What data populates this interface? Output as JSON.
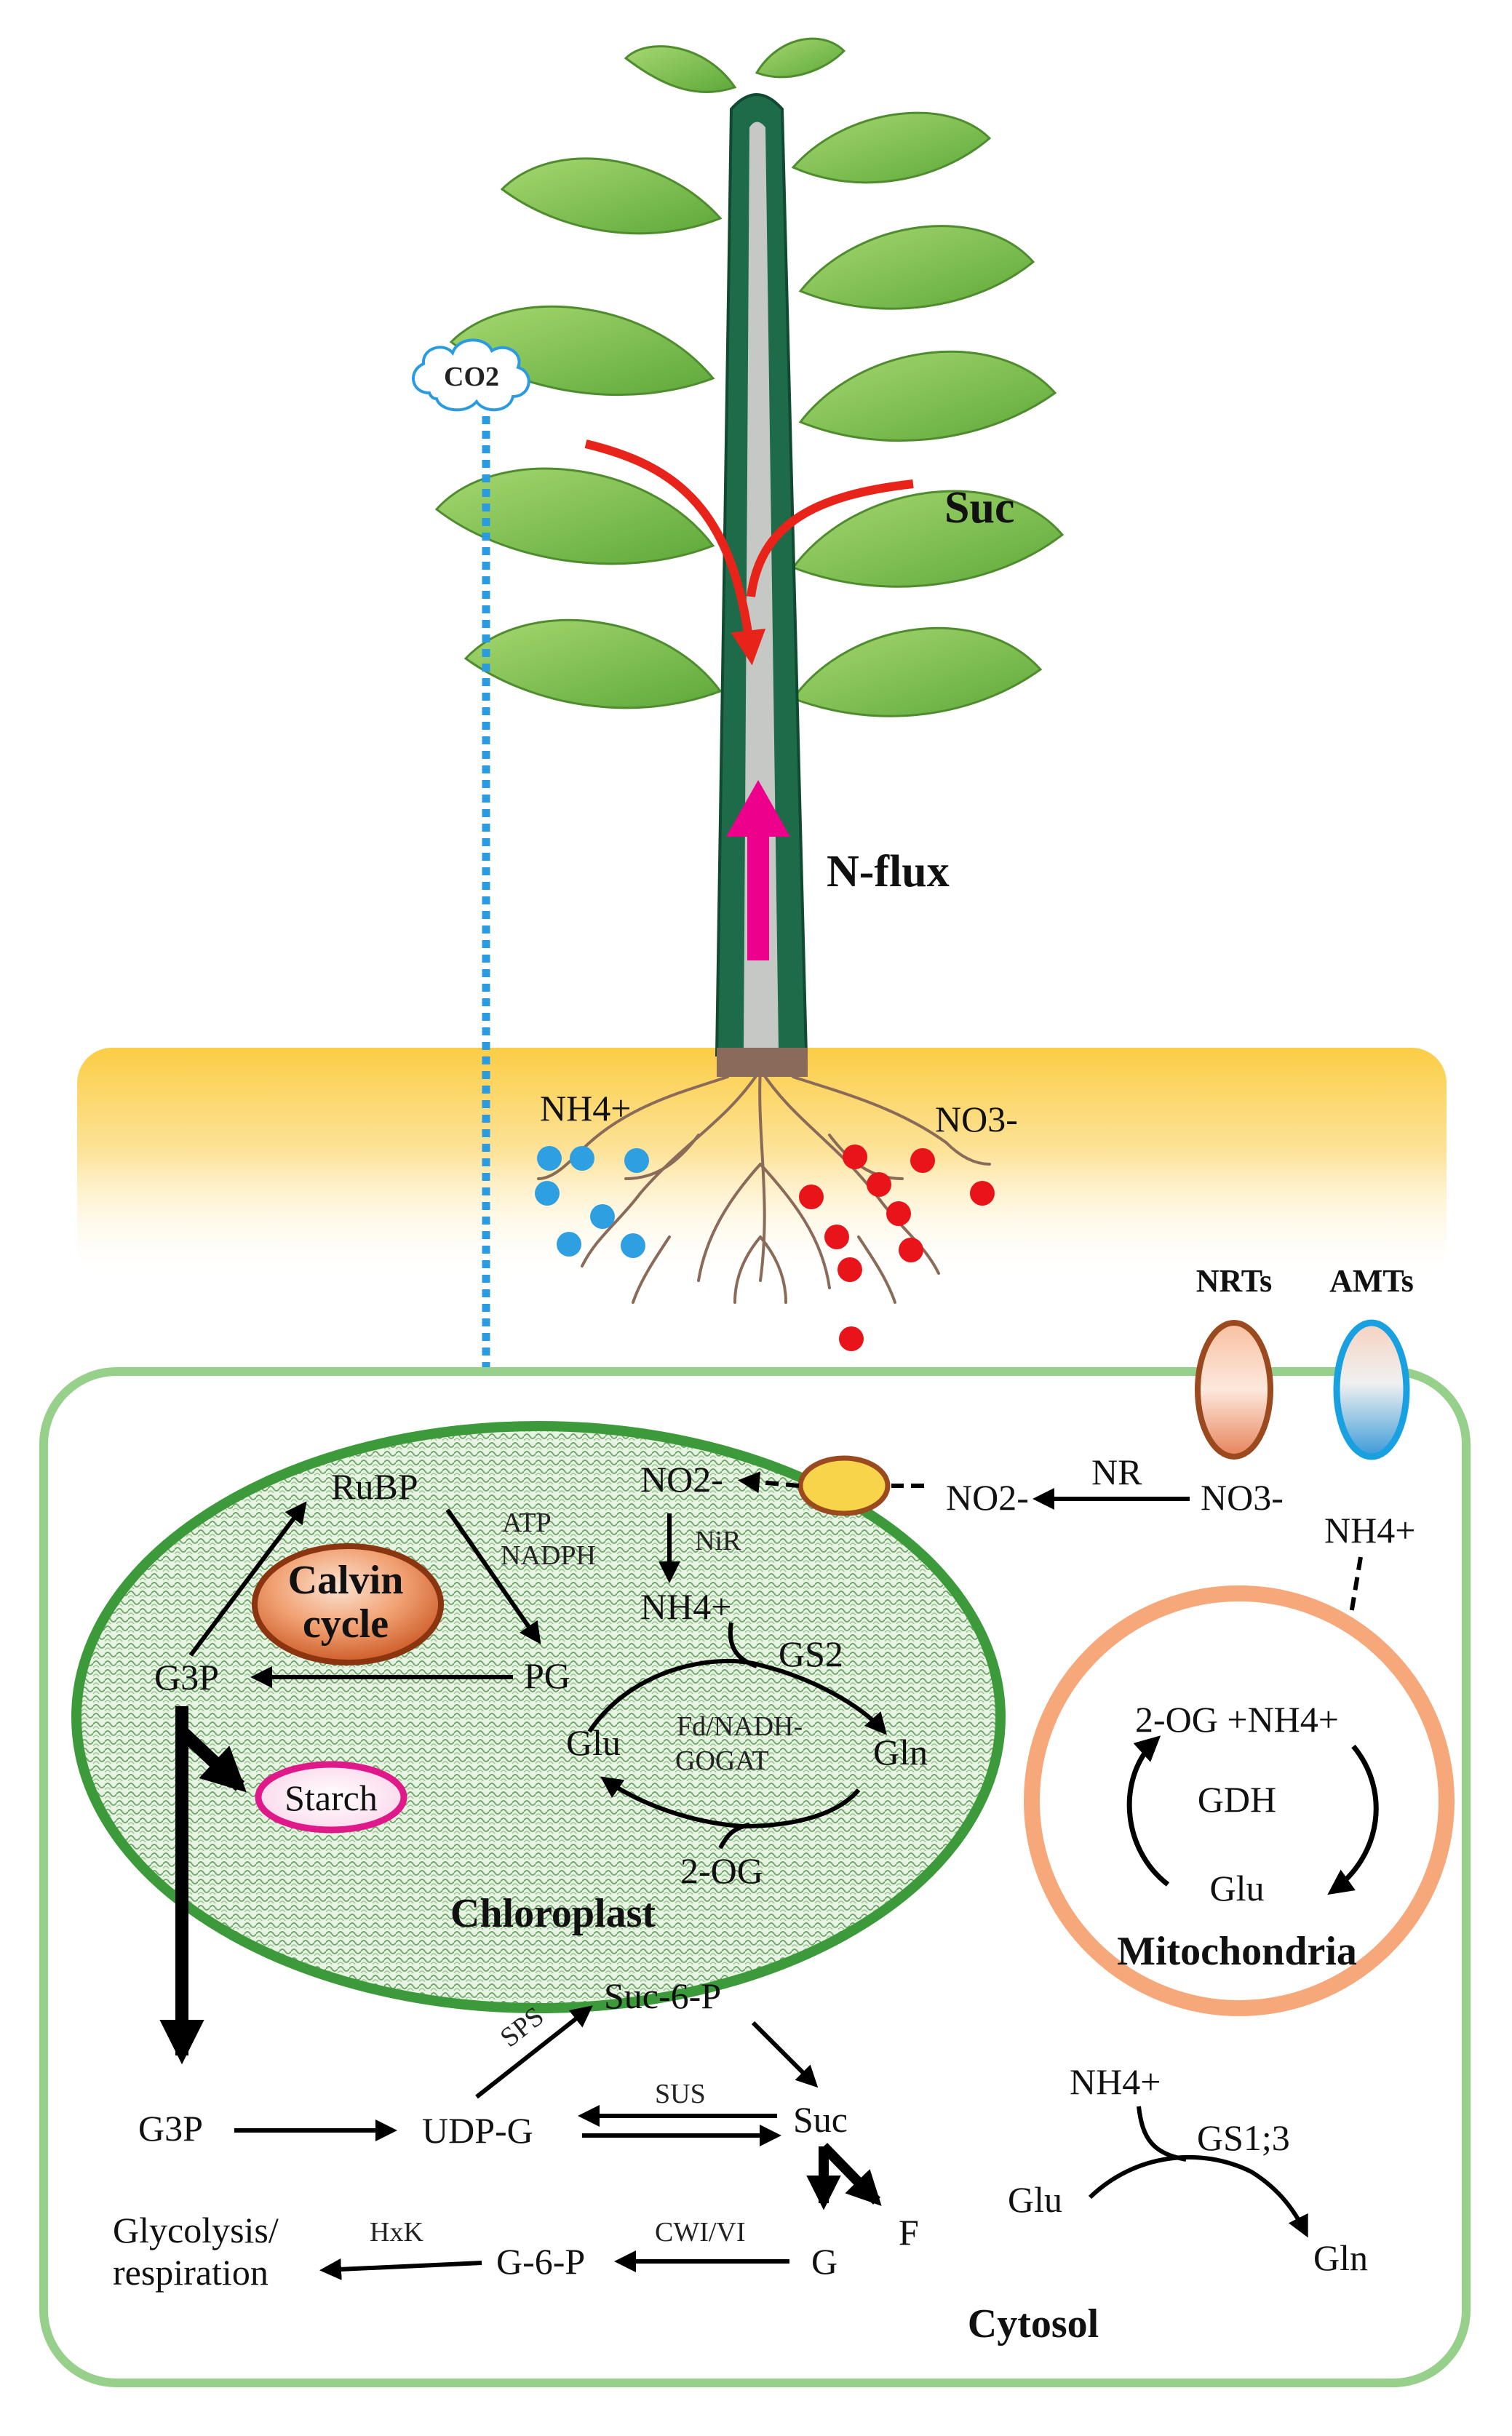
{
  "plant": {
    "co2": "CO2",
    "suc": "Suc",
    "nflux": "N-flux"
  },
  "soil": {
    "nh4": "NH4+",
    "no3": "NO3-"
  },
  "transporters": {
    "nrts": "NRTs",
    "amts": "AMTs"
  },
  "chloroplast": {
    "name": "Chloroplast",
    "rubp": "RuBP",
    "atp": "ATP",
    "nadph": "NADPH",
    "calvin_line1": "Calvin",
    "calvin_line2": "cycle",
    "g3p": "G3P",
    "pg": "PG",
    "starch": "Starch",
    "no2": "NO2-",
    "nir": "NiR",
    "nh4": "NH4+",
    "gs2": "GS2",
    "glu": "Glu",
    "gln": "Gln",
    "gogat_line1": "Fd/NADH-",
    "gogat_line2": "GOGAT",
    "og": "2-OG"
  },
  "cytosol": {
    "name": "Cytosol",
    "no2": "NO2-",
    "nr": "NR",
    "no3": "NO3-",
    "nh4": "NH4+",
    "g3p": "G3P",
    "udpg": "UDP-G",
    "suc6p": "Suc-6-P",
    "sps": "SPS",
    "sus": "SUS",
    "suc": "Suc",
    "g": "G",
    "f": "F",
    "cwi": "CWI/VI",
    "g6p": "G-6-P",
    "hxk": "HxK",
    "glyc_line1": "Glycolysis/",
    "glyc_line2": "respiration",
    "nh4_gs": "NH4+",
    "gs13": "GS1;3",
    "glu": "Glu",
    "gln": "Gln"
  },
  "mitochondria": {
    "name": "Mitochondria",
    "reaction": "2-OG +NH4+",
    "gdh": "GDH",
    "glu": "Glu"
  },
  "colors": {
    "stem": "#1e6b4a",
    "leaf": "#7cc04a",
    "suc_arrow": "#e8231a",
    "nflux_arrow": "#ec008c",
    "soil": "#fbd15a",
    "cell_wall": "#96d08a",
    "chloroplast_border": "#3d9a3b",
    "mito_border": "#f6a87a",
    "calvin": "#d4572a",
    "starch_border": "#e0198a",
    "nh4_dot": "#2e9fe0",
    "no3_dot": "#e8141a",
    "co2_line": "#2a9be0"
  }
}
